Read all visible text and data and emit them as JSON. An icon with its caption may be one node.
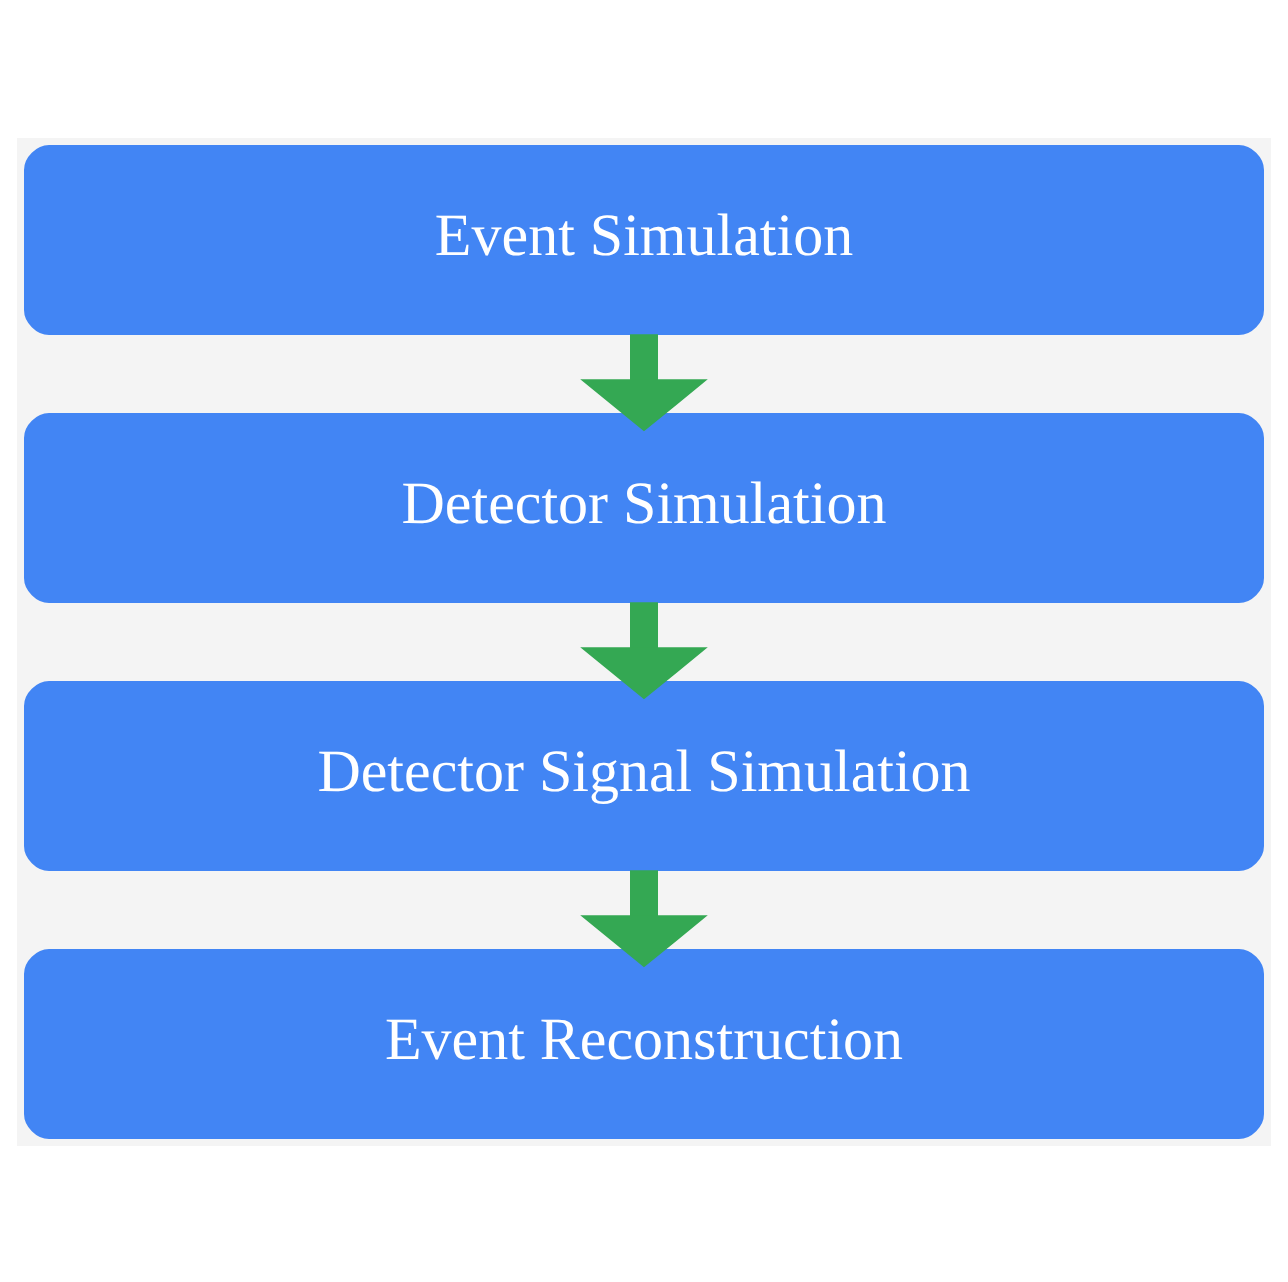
{
  "diagram": {
    "nodes": [
      {
        "text": [
          "Event Simulation"
        ]
      },
      {
        "text": [
          "Detector Simulation"
        ]
      },
      {
        "text": [
          "Detector Signal Simulation"
        ]
      },
      {
        "text": [
          "Event Reconstruction"
        ]
      }
    ],
    "edges": [
      {
        "from": 0,
        "to": 1,
        "arrow": "to"
      },
      {
        "from": 1,
        "to": 2,
        "arrow": "to"
      },
      {
        "from": 2,
        "to": 3,
        "arrow": "to"
      }
    ]
  }
}
